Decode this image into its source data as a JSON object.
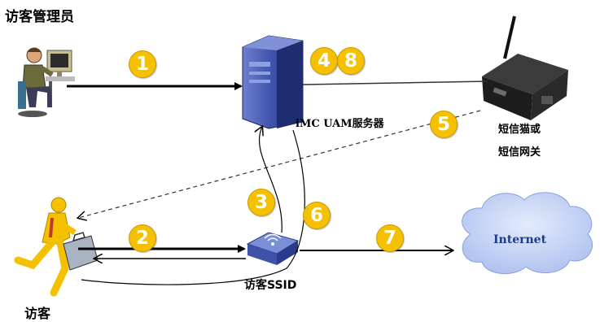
{
  "labels": {
    "admin": "访客管理员",
    "server": "iMC UAM服务器",
    "sms_device_line1": "短信猫或",
    "sms_device_line2": "短信网关",
    "internet": "Internet",
    "ssid": "访客SSID",
    "visitor": "访客"
  },
  "steps": [
    "1",
    "2",
    "3",
    "4",
    "5",
    "6",
    "7",
    "8"
  ],
  "colors": {
    "step_fill": "#f5c000",
    "server": "#3a4fa8",
    "ap": "#5a6fc4",
    "cloud": "#c4d4f4",
    "visitor": "#f5c000"
  }
}
